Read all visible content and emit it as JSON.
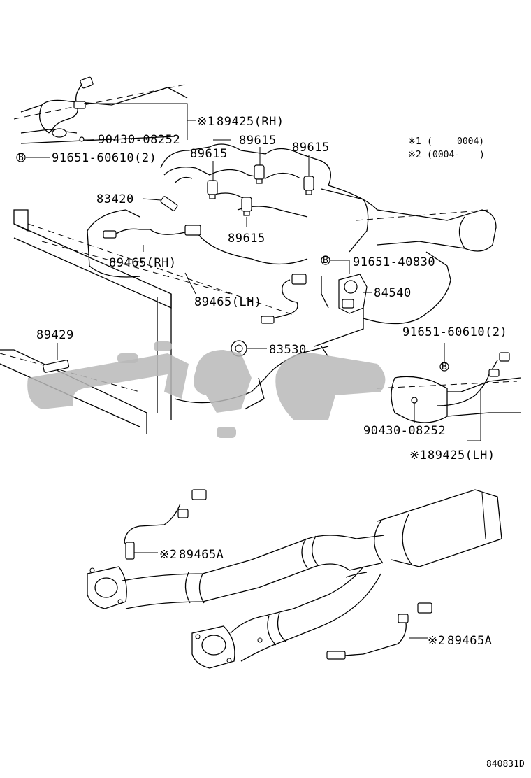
{
  "diagram_code": "840831D",
  "legend": [
    {
      "mark": "※1",
      "open": "(",
      "range": "0004)"
    },
    {
      "mark": "※2",
      "open": "(",
      "range": "0004-",
      "close": ")"
    }
  ],
  "labels": {
    "o2_rh": "89425(RH)",
    "gasket_top": "90430-08252",
    "bolt_top": "91651-60610(2)",
    "injector_1": "89615",
    "injector_2": "89615",
    "injector_3": "89615",
    "injector_4": "89615",
    "temp_sensor": "83420",
    "knock_rh": "89465(RH)",
    "knock_lh": "89465(LH)",
    "bolt_mid": "91651-40830",
    "tps": "84540",
    "speed_sensor": "89429",
    "oil_switch": "83530",
    "bolt_right": "91651-60610(2)",
    "gasket_right": "90430-08252",
    "o2_lh": "89425(LH)",
    "o2a_left": "89465A",
    "o2a_right": "89465A"
  },
  "marks": {
    "o2_rh": "※1",
    "o2_lh": "※1",
    "o2a_left": "※2",
    "o2a_right": "※2"
  },
  "bolt_symbol": "B",
  "watermark": "حيوط"
}
